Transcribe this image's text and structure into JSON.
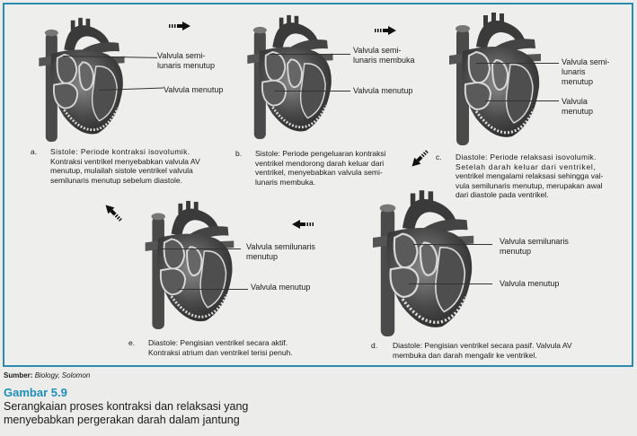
{
  "figure": {
    "border_color": "#2a8ab0",
    "title_color": "#1f8fb8",
    "panels": [
      {
        "id": "a",
        "letter": "a.",
        "labels": [
          "Valvula semi-\nlunaris menutup",
          "Valvula menutup"
        ],
        "label_1_line1": "Valvula semi-",
        "label_1_line2": "lunaris menutup",
        "label_2": "Valvula menutup",
        "caption_title": "Sistole: Periode kontraksi isovolumik.",
        "caption_lines": [
          "Sistole: Periode kontraksi isovolumik.",
          "Kontraksi ventrikel menyebabkan valvula AV",
          "menutup, mulailah sistole ventrikel valvula",
          "semilunaris menutup sebelum diastole."
        ],
        "arrow_direction": "right"
      },
      {
        "id": "b",
        "letter": "b.",
        "label_1_line1": "Valvula semi-",
        "label_1_line2": "lunaris membuka",
        "label_2": "Valvula menutup",
        "caption_lines": [
          "Sistole: Periode pengeluaran kontraksi",
          "ventrikel mendorong darah keluar dari",
          "ventrikel, menyebabkan valvula semi-",
          "lunaris membuka."
        ],
        "arrow_direction": "right"
      },
      {
        "id": "c",
        "letter": "c.",
        "label_1_line1": "Valvula semi-",
        "label_1_line2": "lunaris",
        "label_1_line3": "menutup",
        "label_2_line1": "Valvula",
        "label_2_line2": "menutup",
        "caption_lines": [
          "Diastole: Periode relaksasi isovolumik.",
          "Setelah darah keluar dari ventrikel,",
          "ventrikel mengalami relaksasi sehingga val-",
          "vula semilunaris menutup, merupakan awal",
          "dari diastole pada ventrikel."
        ],
        "arrow_direction": "down-left"
      },
      {
        "id": "d",
        "letter": "d.",
        "label_1_line1": "Valvula semilunaris",
        "label_1_line2": "menutup",
        "label_2": "Valvula menutup",
        "caption_lines": [
          "Diastole: Pengisian ventrikel secara pasif. Valvula AV",
          "membuka dan darah mengalir ke ventrikel."
        ],
        "arrow_direction": "left"
      },
      {
        "id": "e",
        "letter": "e.",
        "label_1_line1": "Valvula semilunaris",
        "label_1_line2": "menutup",
        "label_2": "Valvula menutup",
        "caption_lines": [
          "Diastole: Pengisian ventrikel secara aktif.",
          "Kontraksi atrium dan ventrikel terisi penuh."
        ],
        "arrow_direction": "up-left"
      }
    ],
    "source_label": "Sumber:",
    "source_value": "Biology, Solomon",
    "figure_number": "Gambar 5.9",
    "figure_description_line1": "Serangkaian proses kontraksi dan relaksasi yang",
    "figure_description_line2": "menyebabkan pergerakan darah dalam jantung"
  }
}
